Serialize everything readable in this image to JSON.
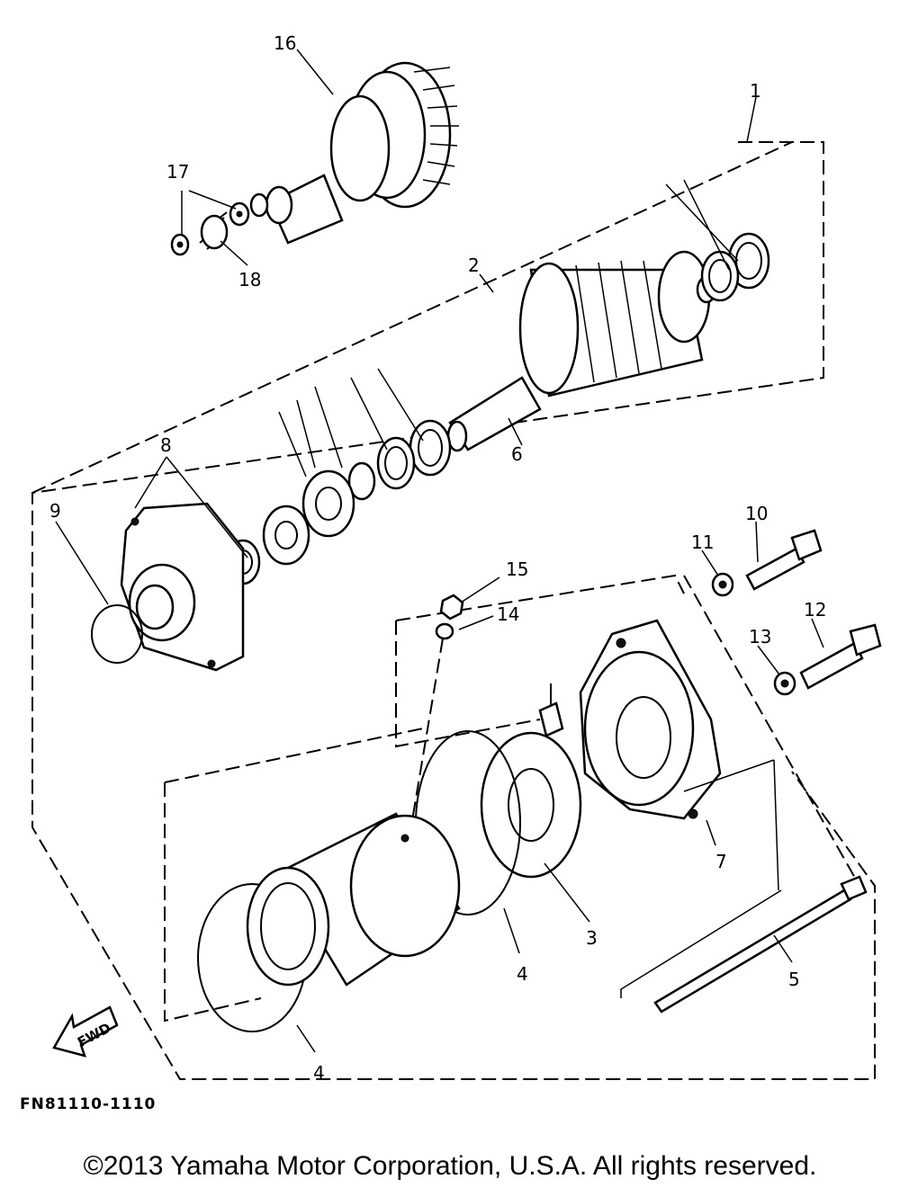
{
  "diagram": {
    "code": "FN81110-1110",
    "copyright": "©2013 Yamaha Motor Corporation, U.S.A. All rights reserved.",
    "fwd_label": "FWD",
    "callouts": {
      "p1": "1",
      "p2": "2",
      "p3": "3",
      "p4a": "4",
      "p4b": "4",
      "p5": "5",
      "p6": "6",
      "p7": "7",
      "p8": "8",
      "p9": "9",
      "p10": "10",
      "p11": "11",
      "p12": "12",
      "p13": "13",
      "p14": "14",
      "p15": "15",
      "p16": "16",
      "p17": "17",
      "p18": "18"
    }
  }
}
